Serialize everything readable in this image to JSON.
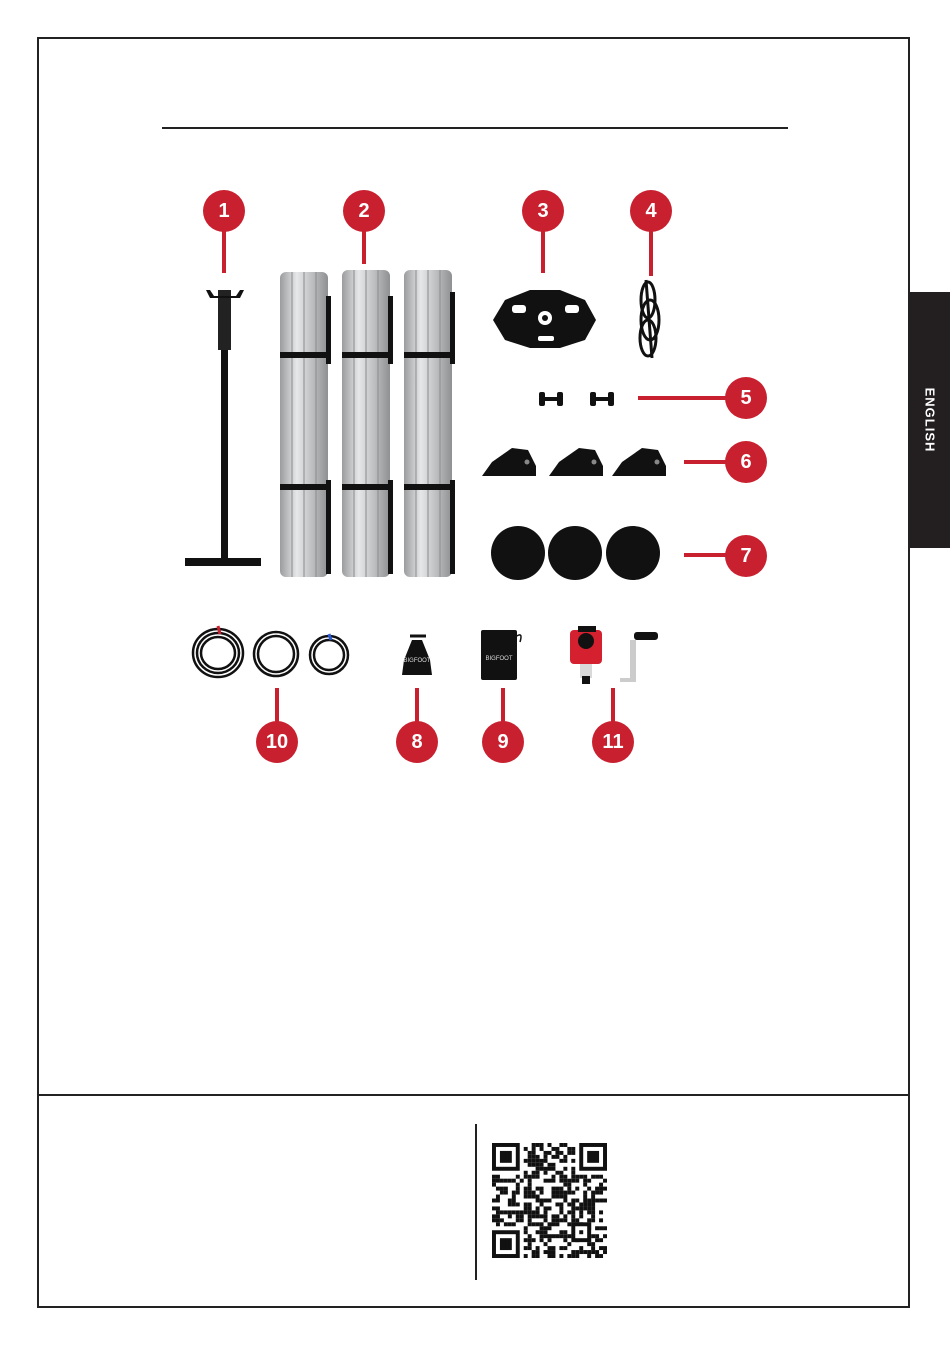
{
  "language_tab": "ENGLISH",
  "colors": {
    "accent": "#c8202f",
    "dark": "#231f20",
    "metal": "#c5c7c9"
  },
  "parts": [
    {
      "number": "1",
      "name": "height-adjustable stand"
    },
    {
      "number": "2",
      "name": "aluminium pole bundles"
    },
    {
      "number": "3",
      "name": "hub plate"
    },
    {
      "number": "4",
      "name": "rope coil"
    },
    {
      "number": "5",
      "name": "pins"
    },
    {
      "number": "6",
      "name": "corner brackets"
    },
    {
      "number": "7",
      "name": "round weights"
    },
    {
      "number": "8",
      "name": "drawstring bag"
    },
    {
      "number": "9",
      "name": "storage bag"
    },
    {
      "number": "10",
      "name": "cable coils"
    },
    {
      "number": "11",
      "name": "winch with crank handle"
    }
  ],
  "bag_logo_text": "BIGFOOT"
}
